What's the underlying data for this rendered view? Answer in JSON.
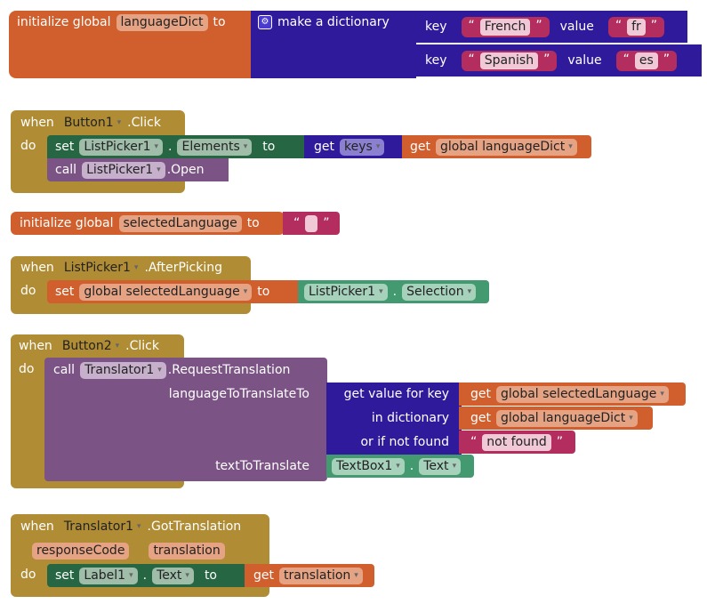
{
  "block1": {
    "init": "initialize global",
    "var": "languageDict",
    "to": "to",
    "make": "make a dictionary",
    "pairs": [
      {
        "key": "key",
        "k": "French",
        "value": "value",
        "v": "fr"
      },
      {
        "key": "key",
        "k": "Spanish",
        "value": "value",
        "v": "es"
      }
    ],
    "quote_open": "“",
    "quote_close": "”"
  },
  "block2": {
    "when": "when",
    "comp": "Button1",
    "event": ".Click",
    "do": "do",
    "set": "set",
    "target": "ListPicker1",
    "dot": ".",
    "prop": "Elements",
    "to": "to",
    "get": "get",
    "keys": "keys",
    "get2": "get",
    "global": "global languageDict",
    "call": "call",
    "callcomp": "ListPicker1",
    "method": ".Open"
  },
  "block3": {
    "init": "initialize global",
    "var": "selectedLanguage",
    "to": "to",
    "value": ""
  },
  "block4": {
    "when": "when",
    "comp": "ListPicker1",
    "event": ".AfterPicking",
    "do": "do",
    "set": "set",
    "var": "global selectedLanguage",
    "to": "to",
    "src": "ListPicker1",
    "dot": ".",
    "prop": "Selection"
  },
  "block5": {
    "when": "when",
    "comp": "Button2",
    "event": ".Click",
    "do": "do",
    "call": "call",
    "callcomp": "Translator1",
    "method": ".RequestTranslation",
    "arg1": "languageToTranslateTo",
    "arg2": "textToTranslate",
    "lookup": "get value for key",
    "indict": "in dictionary",
    "notfoundlbl": "or if not found",
    "get": "get",
    "v1": "global selectedLanguage",
    "v2": "global languageDict",
    "notfound": "not found",
    "tb": "TextBox1",
    "dot": ".",
    "prop": "Text"
  },
  "block6": {
    "when": "when",
    "comp": "Translator1",
    "event": ".GotTranslation",
    "p1": "responseCode",
    "p2": "translation",
    "do": "do",
    "set": "set",
    "target": "Label1",
    "dot": ".",
    "prop": "Text",
    "to": "to",
    "get": "get",
    "var": "translation"
  },
  "dropdown_arrow": "▾"
}
